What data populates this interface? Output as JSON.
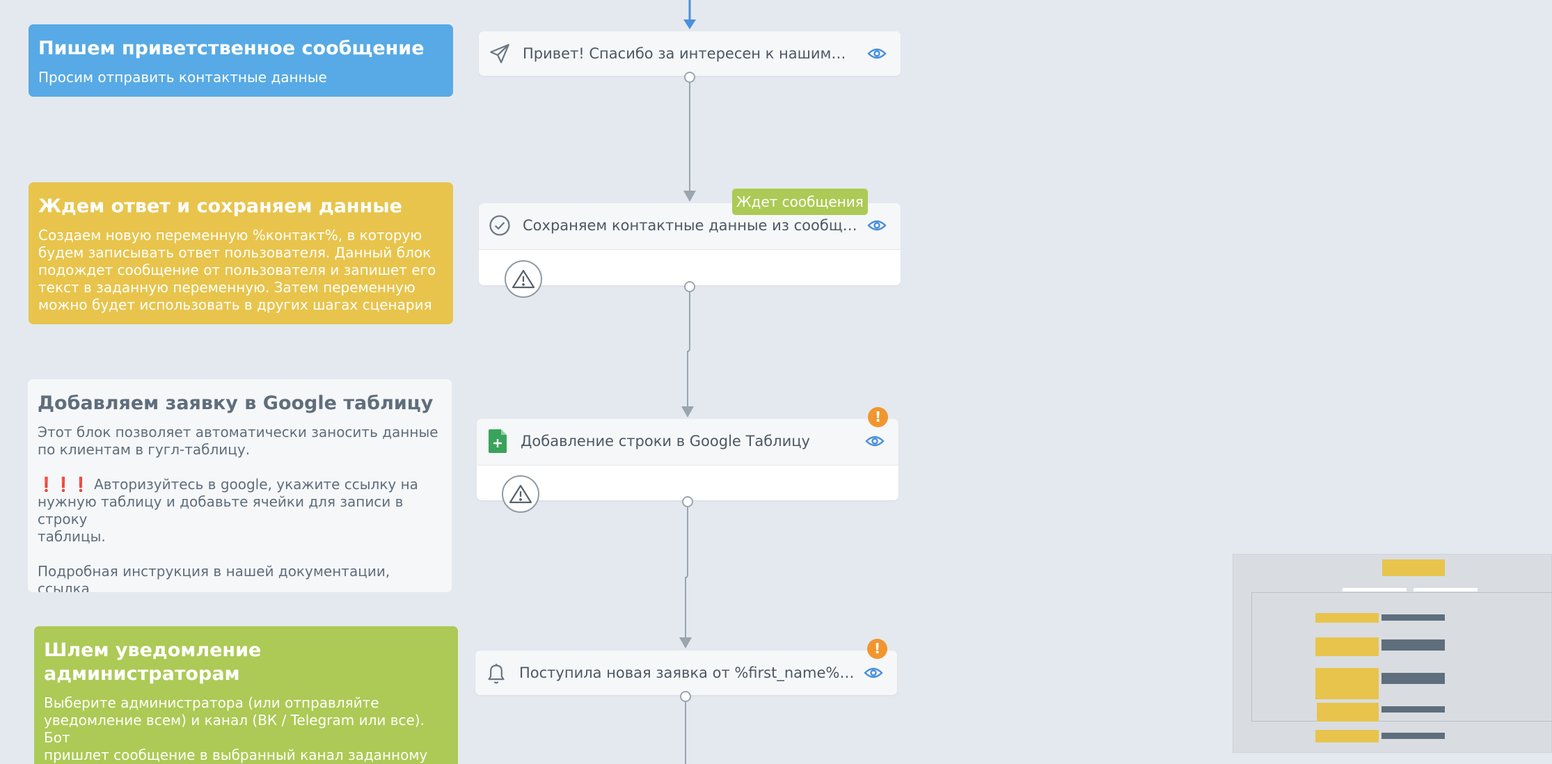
{
  "notes": [
    {
      "title": "Пишем приветственное сообщение",
      "body": "Просим отправить контактные данные",
      "color": "#57aae5"
    },
    {
      "title": "Ждем ответ и сохраняем данные",
      "body": "Создаем новую переменную %контакт%, в которую\nбудем записывать ответ пользователя. Данный блок\nподождет сообщение от пользователя и запишет его\nтекст в заданную переменную. Затем переменную\nможно будет использовать в других шагах сценария",
      "color": "#e8c44c"
    },
    {
      "title": "Добавляем заявку в Google таблицу",
      "body": "Этот блок позволяет автоматически заносить данные\nпо клиентам в гугл-таблицу.\n\n❗❗❗ Авторизуйтесь в google, укажите ссылку на\nнужную таблицу и добавьте ячейки для записи в строку\nтаблицы.\n\nПодробная инструкция в нашей документации, ссылка\nна соответсвующий раздел есть в каждом блоке 😉",
      "color": "#f6f7f9"
    },
    {
      "title": "Шлем уведомление администраторам",
      "body": "Выберите администратора (или отправляйте\nуведомление всем) и канал (ВК / Telegram или все). Бот\nпришлет сообщение в выбранный канал заданному\nадминистратору. Например, пришлет уведомление о\nновой заявке в ВК",
      "color": "#acca55"
    }
  ],
  "blocks": [
    {
      "label": "Привет! Спасибо за интересен к нашим…",
      "icon": "send-icon"
    },
    {
      "label": "Сохраняем контактные данные из сообщения",
      "icon": "check-circle-icon",
      "badge": "Ждет сообщения"
    },
    {
      "label": "Добавление строки в Google Таблицу",
      "icon": "google-sheets-icon",
      "alert": "!"
    },
    {
      "label": "Поступила новая заявка от %first_name%…",
      "icon": "bell-icon",
      "alert": "!"
    }
  ],
  "colors": {
    "canvas": "#e4e9ef",
    "accent_blue": "#4a90d9",
    "connector": "#9aa5ae",
    "badge_green": "#acca55",
    "alert_orange": "#f0962e"
  }
}
